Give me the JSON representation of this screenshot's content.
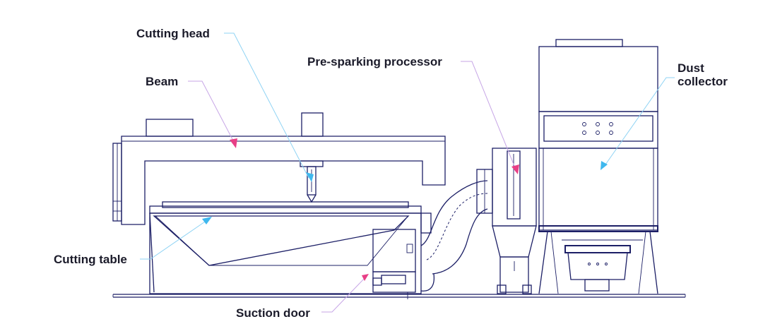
{
  "labels": {
    "cutting_head": "Cutting head",
    "beam": "Beam",
    "pre_sparking_processor": "Pre-sparking processor",
    "dust_collector_line1": "Dust",
    "dust_collector_line2": "collector",
    "cutting_table": "Cutting table",
    "suction_door": "Suction door"
  },
  "colors": {
    "drawing": "#1c1f66",
    "leader_blue": "#8fd3f4",
    "leader_violet": "#c7a6e6",
    "arrow_blue": "#3fb8ee",
    "arrow_pink": "#e83f86",
    "label_text": "#1b1b2a"
  }
}
